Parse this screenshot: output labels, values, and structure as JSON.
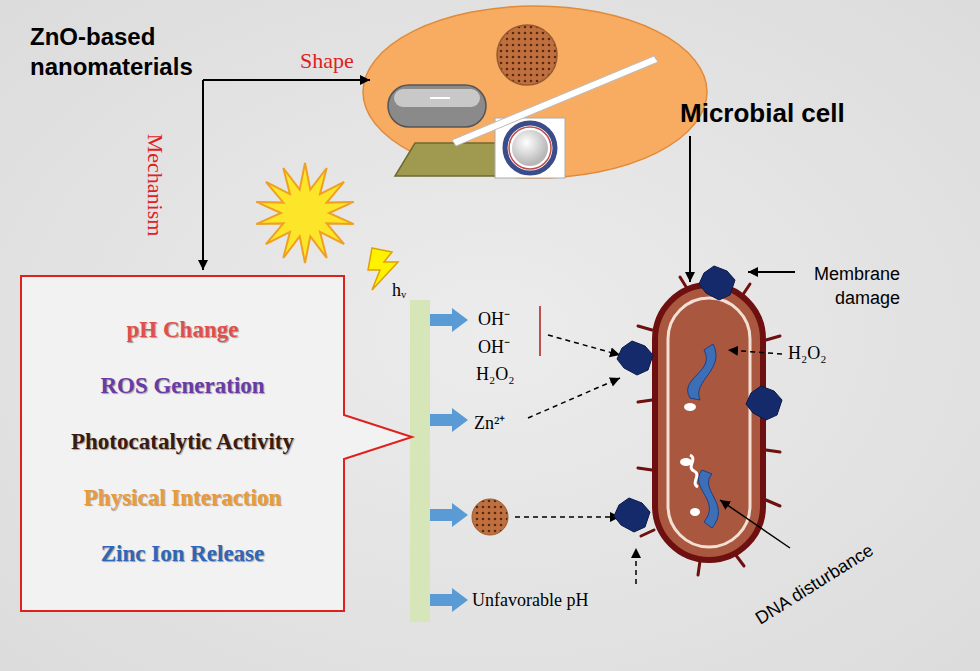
{
  "diagram": {
    "nodes": [
      {
        "text": [
          "pH Change",
          "ROS Generation",
          "Photocatalytic Activity",
          "Physical Interaction",
          "Zinc Ion Release"
        ]
      }
    ],
    "labels": [
      "ZnO-based nanomaterials",
      "Shape",
      "Mechanism",
      "hᵥ",
      "Microbial cell",
      "Membrane damage",
      "OH⁻",
      "OH⁻",
      "H₂O₂",
      "Zn²⁺",
      "Unfavorable pH",
      "H₂O₂",
      "DNA disturbance"
    ]
  }
}
